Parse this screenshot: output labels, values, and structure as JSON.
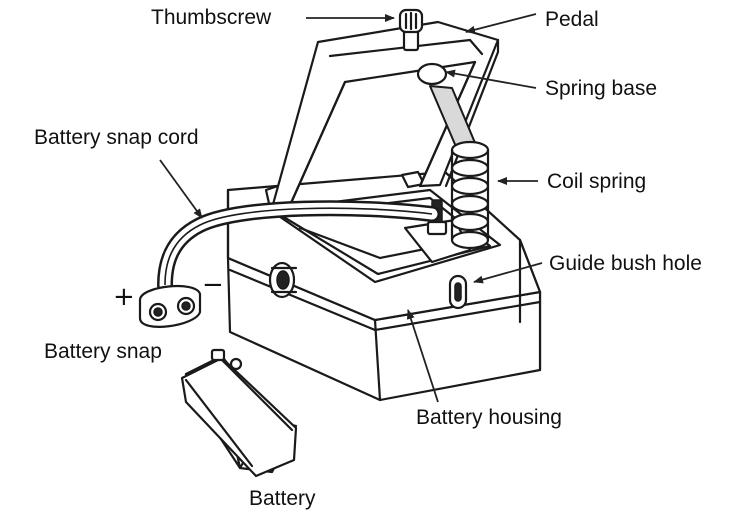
{
  "labels": {
    "thumbscrew": "Thumbscrew",
    "pedal": "Pedal",
    "spring_base": "Spring base",
    "battery_snap_cord": "Battery snap cord",
    "coil_spring": "Coil spring",
    "guide_bush_hole": "Guide bush hole",
    "battery_snap": "Battery snap",
    "battery_housing": "Battery housing",
    "battery": "Battery",
    "plus_sign": "+",
    "minus_sign": "−"
  },
  "colors": {
    "line": "#1a1a1a",
    "fill": "#ffffff",
    "shade": "#d9d9d9"
  }
}
